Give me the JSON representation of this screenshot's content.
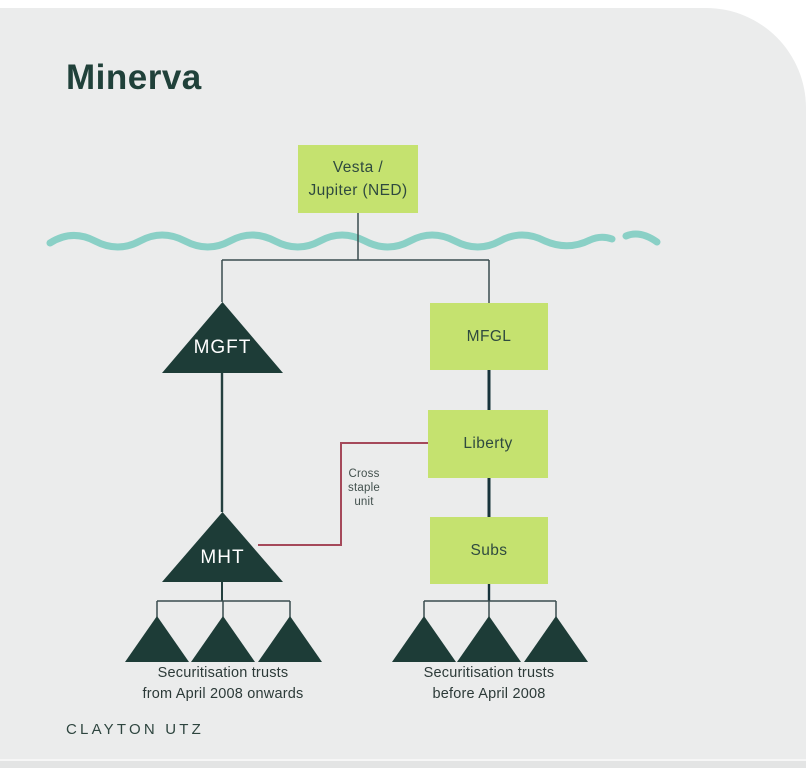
{
  "title": "Minerva",
  "footer": {
    "logo_text": "CLAYTON UTZ"
  },
  "colors": {
    "background_gray": "#ebecec",
    "node_green": "#c5e26f",
    "dark_teal_triangle": "#1d3c37",
    "wave_teal": "#8ad0c6",
    "connector_line": "#3a4c4e",
    "cross_staple_red": "#a5495a",
    "title_text": "#20413a",
    "box_text": "#2f4a3f"
  },
  "nodes": {
    "vesta": {
      "line1": "Vesta /",
      "line2": "Jupiter (NED)"
    },
    "mgft": {
      "label": "MGFT"
    },
    "mfgl": {
      "label": "MFGL"
    },
    "liberty": {
      "label": "Liberty"
    },
    "mht": {
      "label": "MHT"
    },
    "subs": {
      "label": "Subs"
    }
  },
  "annotations": {
    "cross_staple": {
      "line1": "Cross",
      "line2": "staple",
      "line3": "unit"
    }
  },
  "captions": {
    "left_trusts": {
      "line1": "Securitisation trusts",
      "line2": "from April 2008 onwards"
    },
    "right_trusts": {
      "line1": "Securitisation trusts",
      "line2": "before April 2008"
    }
  }
}
